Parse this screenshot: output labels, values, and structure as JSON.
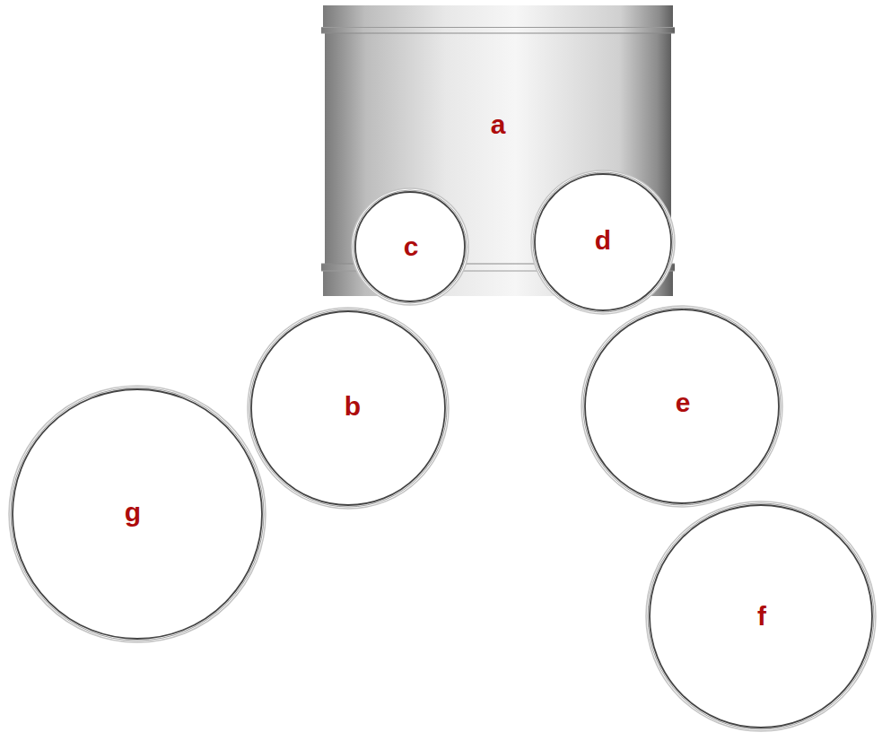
{
  "diagram": {
    "nodes": [
      {
        "text": [
          "a"
        ]
      },
      {
        "text": [
          "c"
        ]
      },
      {
        "text": [
          "d"
        ]
      },
      {
        "text": [
          "b"
        ]
      },
      {
        "text": [
          "e"
        ]
      },
      {
        "text": [
          "g"
        ]
      },
      {
        "text": [
          "f"
        ]
      }
    ]
  }
}
